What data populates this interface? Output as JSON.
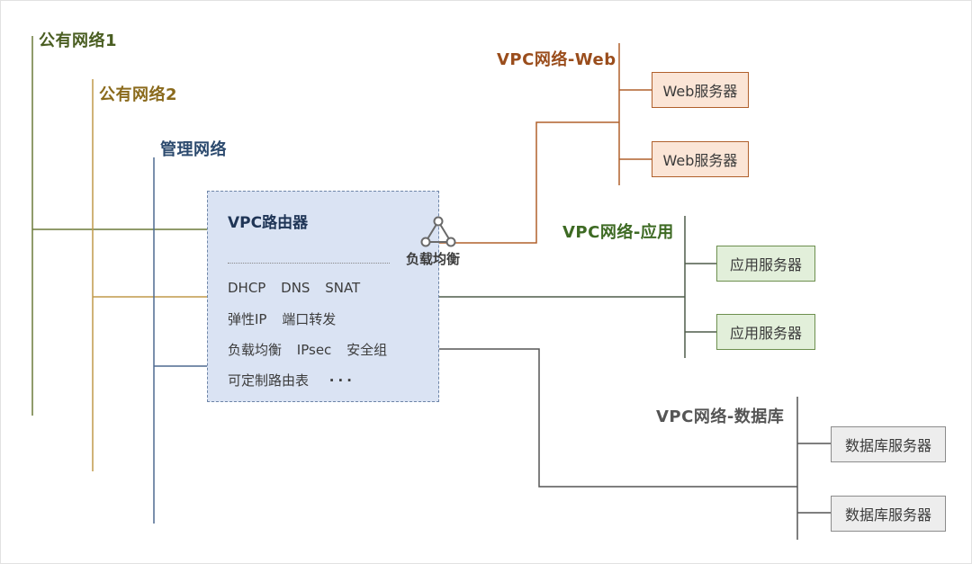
{
  "networks": {
    "public1": "公有网络1",
    "public2": "公有网络2",
    "management": "管理网络",
    "vpc_web": "VPC网络-Web",
    "vpc_app": "VPC网络-应用",
    "vpc_db": "VPC网络-数据库"
  },
  "router": {
    "title": "VPC路由器",
    "features_row1": [
      "DHCP",
      "DNS",
      "SNAT"
    ],
    "features_row2": [
      "弹性IP",
      "端口转发"
    ],
    "features_row3": [
      "负载均衡",
      "IPsec",
      "安全组"
    ],
    "features_row4": [
      "可定制路由表"
    ],
    "more": "···"
  },
  "load_balancer": {
    "label": "负载均衡",
    "icon": "load-balancer-triangle-icon"
  },
  "servers": {
    "web": [
      "Web服务器",
      "Web服务器"
    ],
    "app": [
      "应用服务器",
      "应用服务器"
    ],
    "db": [
      "数据库服务器",
      "数据库服务器"
    ]
  },
  "colors": {
    "public1": "#5b6d2f",
    "public2": "#a8832e",
    "management": "#3e5a80",
    "web": "#9a4d1c",
    "app": "#3d6a23",
    "db": "#555555",
    "router_fill": "#dae3f3"
  }
}
